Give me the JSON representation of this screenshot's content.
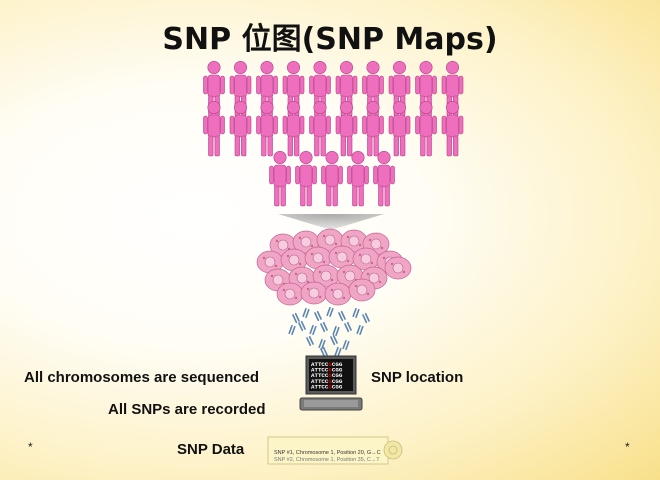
{
  "title": "SNP 位图(SNP Maps)",
  "labels": {
    "sequenced": "All chromosomes are sequenced",
    "recorded": "All SNPs are recorded",
    "location": "SNP location",
    "data": "SNP Data"
  },
  "screen_lines": [
    "ATTCCGCGG",
    "ATTCCGCGG",
    "ATTCCGCGG",
    "ATTCCGCGG",
    "ATTCCGCGG"
  ],
  "snp_records": [
    "SNP #1, Chromosome 1, Position 20, G→C",
    "SNP #2, Chromosome 1, Position 35, C→T"
  ],
  "footnotes": {
    "left": "*",
    "right": "*"
  },
  "colors": {
    "person": "#ee6fbe",
    "cell": "#f0a4c6",
    "chromosome": "#5b86b4",
    "snp_highlight": "#cc0000"
  }
}
